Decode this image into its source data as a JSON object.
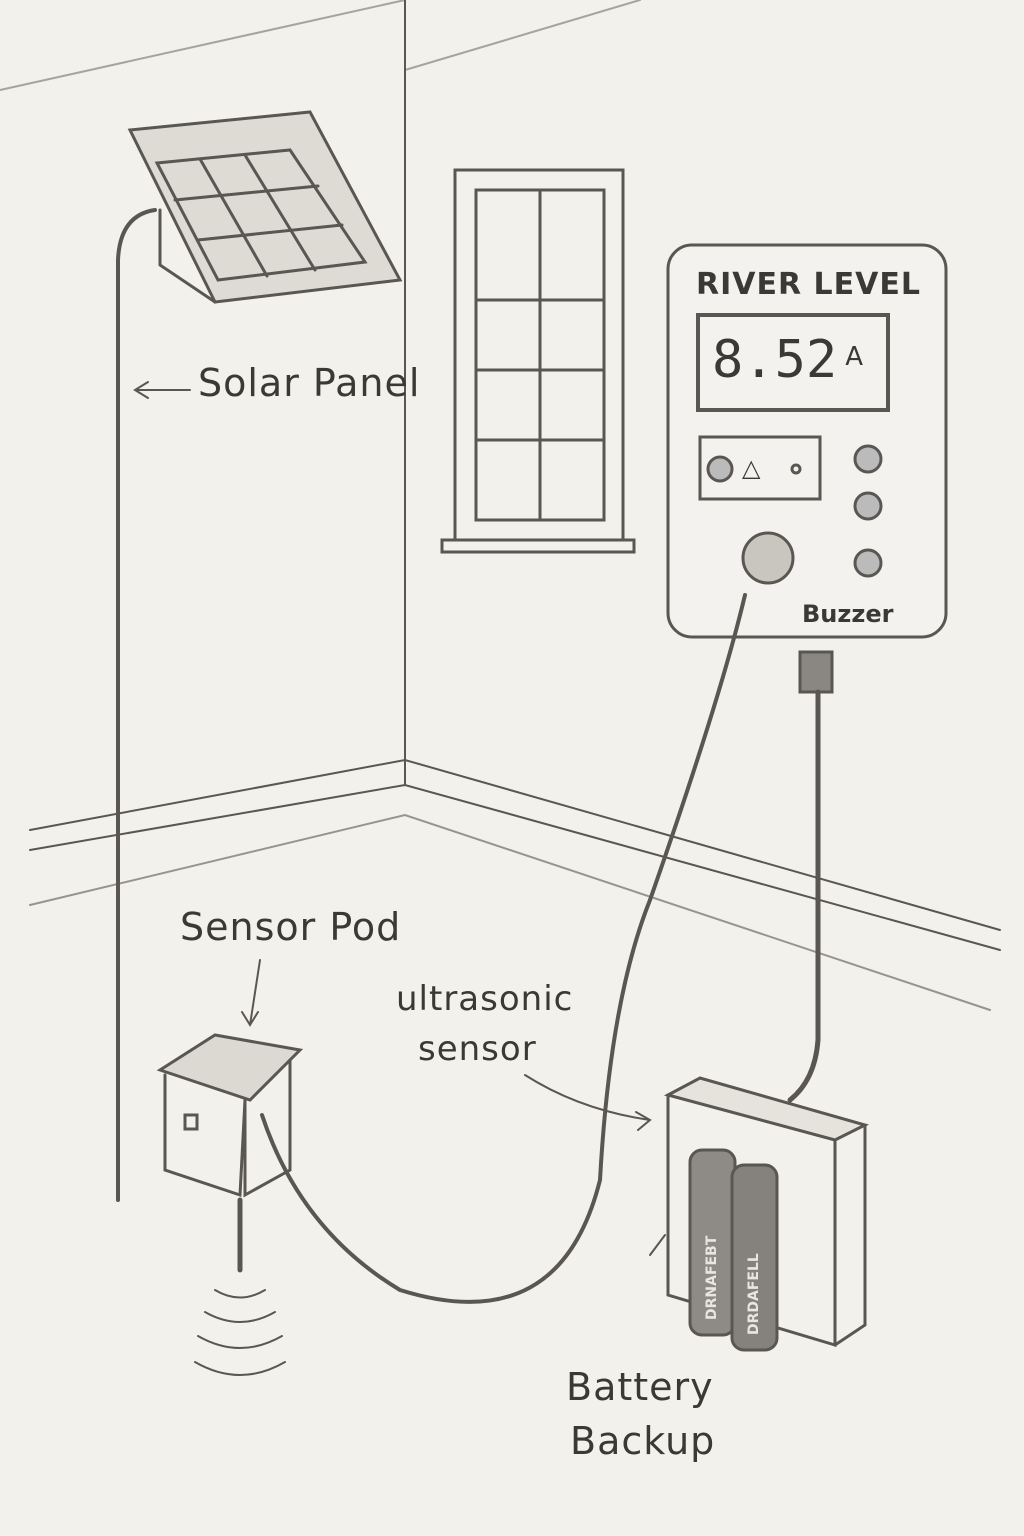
{
  "labels": {
    "solar_panel": "Solar Panel",
    "sensor_pod": "Sensor Pod",
    "ultrasonic_sensor_line1": "ultrasonic",
    "ultrasonic_sensor_line2": "sensor",
    "battery_backup_line1": "Battery",
    "battery_backup_line2": "Backup"
  },
  "monitor": {
    "title": "RIVER LEVEL",
    "reading": "8.52",
    "unit": "A",
    "buzzer_label": "Buzzer",
    "button_symbol": "△"
  },
  "batteries": [
    "DRNAFEBT",
    "DRDAFELL"
  ]
}
